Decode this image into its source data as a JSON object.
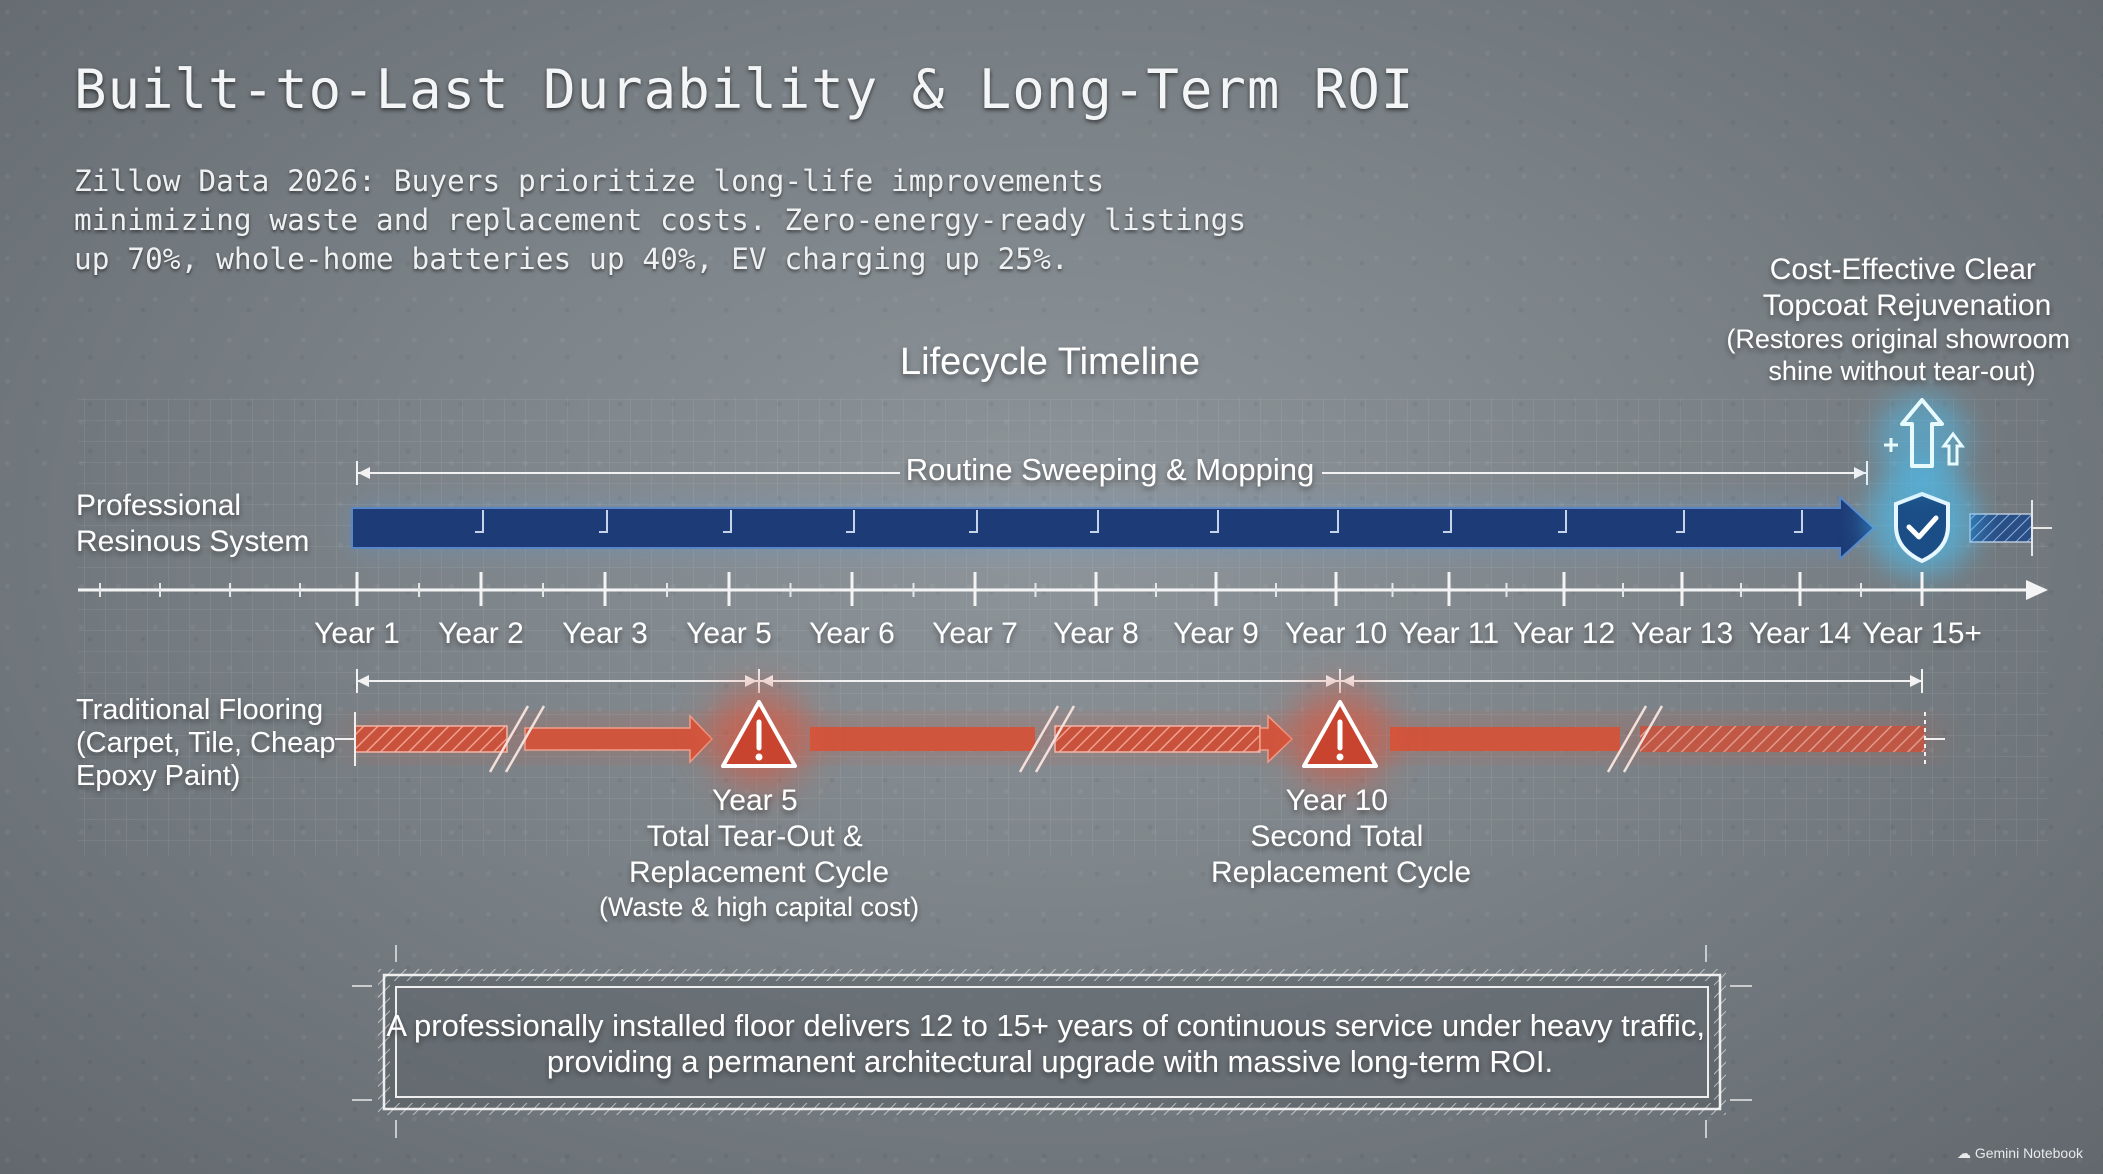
{
  "header": {
    "title": "Built-to-Last Durability & Long-Term ROI",
    "subtitle_lines": [
      "Zillow Data 2026: Buyers prioritize long-life improvements",
      "minimizing waste and replacement costs. Zero-energy-ready listings",
      "up 70%, whole-home batteries up 40%, EV charging up 25%."
    ]
  },
  "timeline": {
    "title": "Lifecycle Timeline",
    "years": [
      "Year 1",
      "Year 2",
      "Year 3",
      "Year 5",
      "Year 6",
      "Year 7",
      "Year 8",
      "Year 9",
      "Year 10",
      "Year 11",
      "Year 12",
      "Year 13",
      "Year 14",
      "Year 15+"
    ],
    "resinous": {
      "label_lines": [
        "Professional",
        "Resinous System"
      ],
      "maintenance_label": "Routine Sweeping & Mopping",
      "topcoat_lines": [
        "Cost-Effective Clear",
        "Topcoat Rejuvenation"
      ],
      "topcoat_note_lines": [
        "(Restores original showroom",
        "shine without tear-out)"
      ],
      "shield_icon": "shield-check-icon",
      "refresh_icon": "upward-arrows-icon",
      "color": "#1e3d78",
      "glow_color": "#5fd6ff"
    },
    "traditional": {
      "label_lines": [
        "Traditional Flooring",
        "(Carpet, Tile, Cheap",
        "Epoxy Paint)"
      ],
      "color": "#d4553d",
      "warning_icon": "warning-triangle-icon",
      "events": [
        {
          "title_lines": [
            "Year 5",
            "Total Tear-Out &",
            "Replacement Cycle"
          ],
          "note": "(Waste & high capital cost)"
        },
        {
          "title_lines": [
            "Year 10",
            "Second Total",
            "Replacement Cycle"
          ],
          "note": ""
        }
      ]
    }
  },
  "summary": {
    "lines": [
      "A professionally installed floor delivers 12 to 15+ years of continuous service under heavy traffic,",
      "providing a permanent architectural upgrade with massive long-term ROI."
    ]
  },
  "watermark": "Gemini Notebook"
}
